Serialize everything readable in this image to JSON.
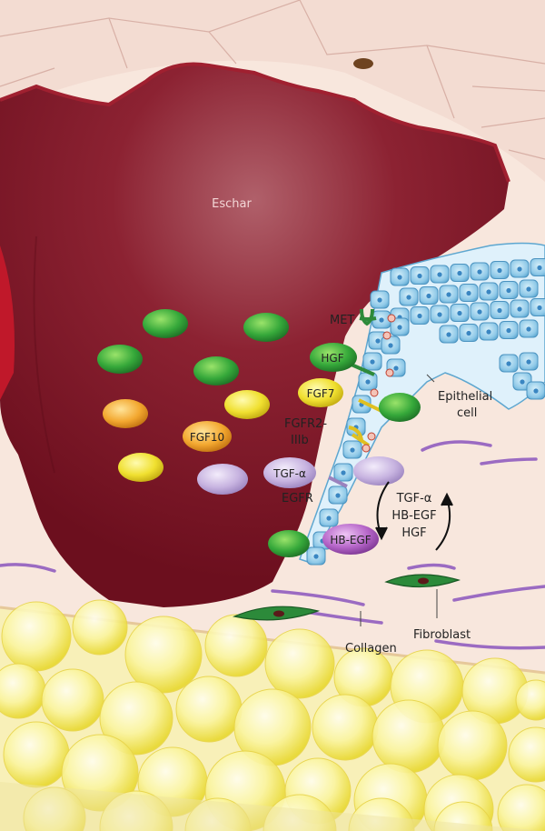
{
  "labels": {
    "eschar": "Eschar",
    "met": "MET",
    "hgf": "HGF",
    "fgf7": "FGF7",
    "fgfr2_line1": "FGFR2-",
    "fgfr2_line2": "IIIb",
    "fgf10": "FGF10",
    "tgf_alpha": "TGF-α",
    "egfr": "EGFR",
    "hb_egf": "HB-EGF",
    "epithelial_line1": "Epithelial",
    "epithelial_line2": "cell",
    "cycle_1": "TGF-α",
    "cycle_2": "HB-EGF",
    "cycle_3": "HGF",
    "collagen": "Collagen",
    "fibroblast": "Fibroblast"
  },
  "colors": {
    "eschar": "#7a1020",
    "eschar_light": "#9a2a35",
    "skin": "#f7e6dc",
    "epithelium": "#8ec9e6",
    "green_factor": "#3aa83a",
    "yellow_factor": "#f2e23a",
    "orange_factor": "#f0a830",
    "lilac_factor": "#c9b6e0",
    "purple_factor": "#b070c0",
    "collagen": "#9a6ac0",
    "fat": "#f4ec78"
  }
}
